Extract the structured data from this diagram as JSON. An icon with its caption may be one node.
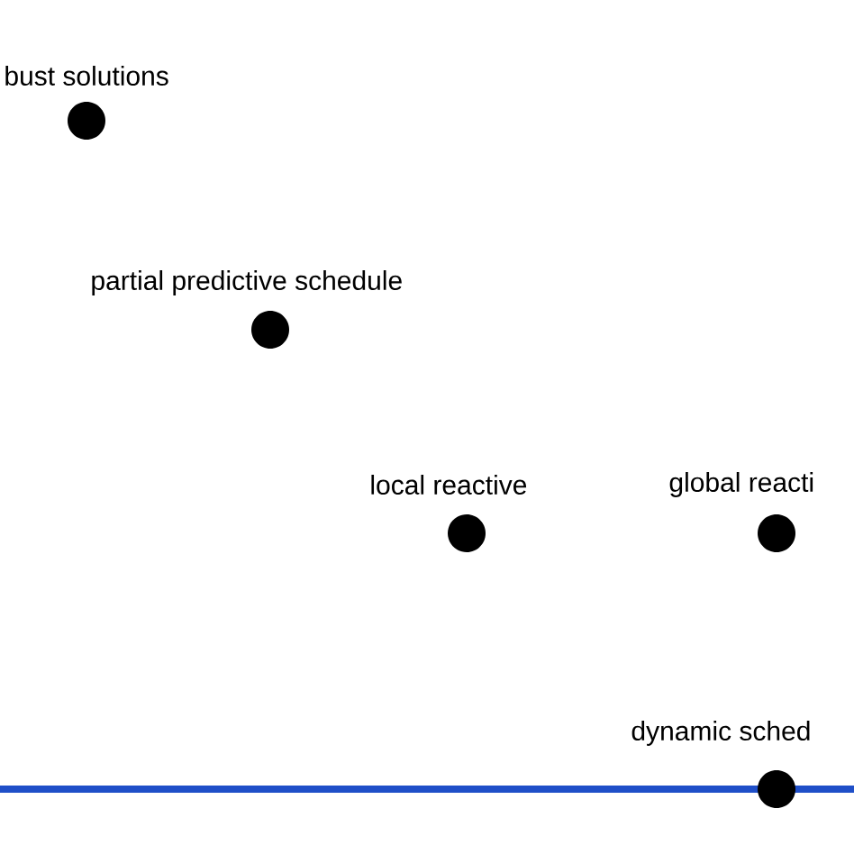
{
  "diagram": {
    "nodes": [
      {
        "text": [],
        "shape": "circle",
        "beside": [
          "bust solutions"
        ]
      },
      {
        "text": [],
        "shape": "circle",
        "beside": [
          "partial predictive schedule"
        ]
      },
      {
        "text": [],
        "shape": "circle",
        "beside": [
          "local reactive"
        ]
      },
      {
        "text": [],
        "shape": "circle",
        "beside": [
          "global reacti"
        ]
      },
      {
        "text": [],
        "shape": "circle",
        "beside": [
          "dynamic sched"
        ]
      }
    ]
  }
}
